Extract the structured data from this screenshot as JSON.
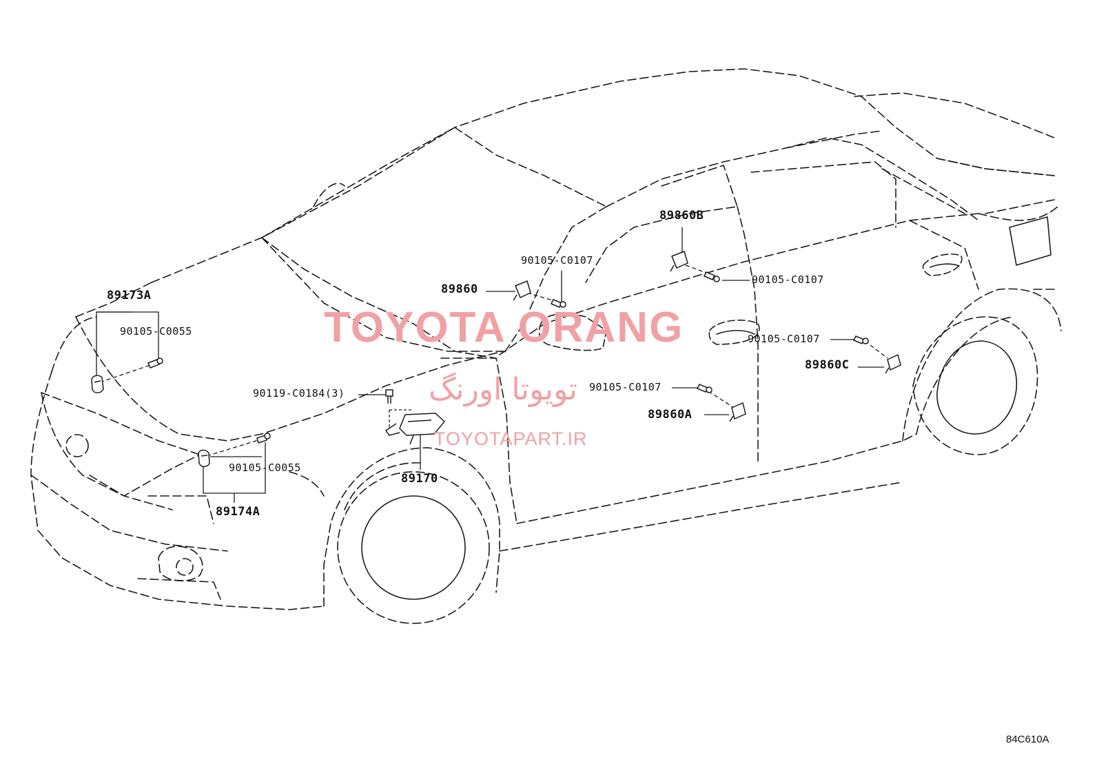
{
  "diagram": {
    "code": "84C610A",
    "parts": {
      "p89173A": "89173A",
      "p90105_C0055_upper": "90105-C0055",
      "p90119_C0184": "90119-C0184(3)",
      "p90105_C0055_lower": "90105-C0055",
      "p89174A": "89174A",
      "p89170": "89170",
      "p90105_C0107_a": "90105-C0107",
      "p89860": "89860",
      "p89860B": "89860B",
      "p90105_C0107_b": "90105-C0107",
      "p90105_C0107_c": "90105-C0107",
      "p89860C": "89860C",
      "p90105_C0107_d": "90105-C0107",
      "p89860A": "89860A"
    }
  },
  "watermark": {
    "brand": "TOYOTA ORANG",
    "persian": "تویوتا اورنگ",
    "url": "TOYOTAPART.IR",
    "color": "#f1a0a4"
  },
  "colors": {
    "line": "#1a1a1a",
    "background": "#ffffff"
  }
}
